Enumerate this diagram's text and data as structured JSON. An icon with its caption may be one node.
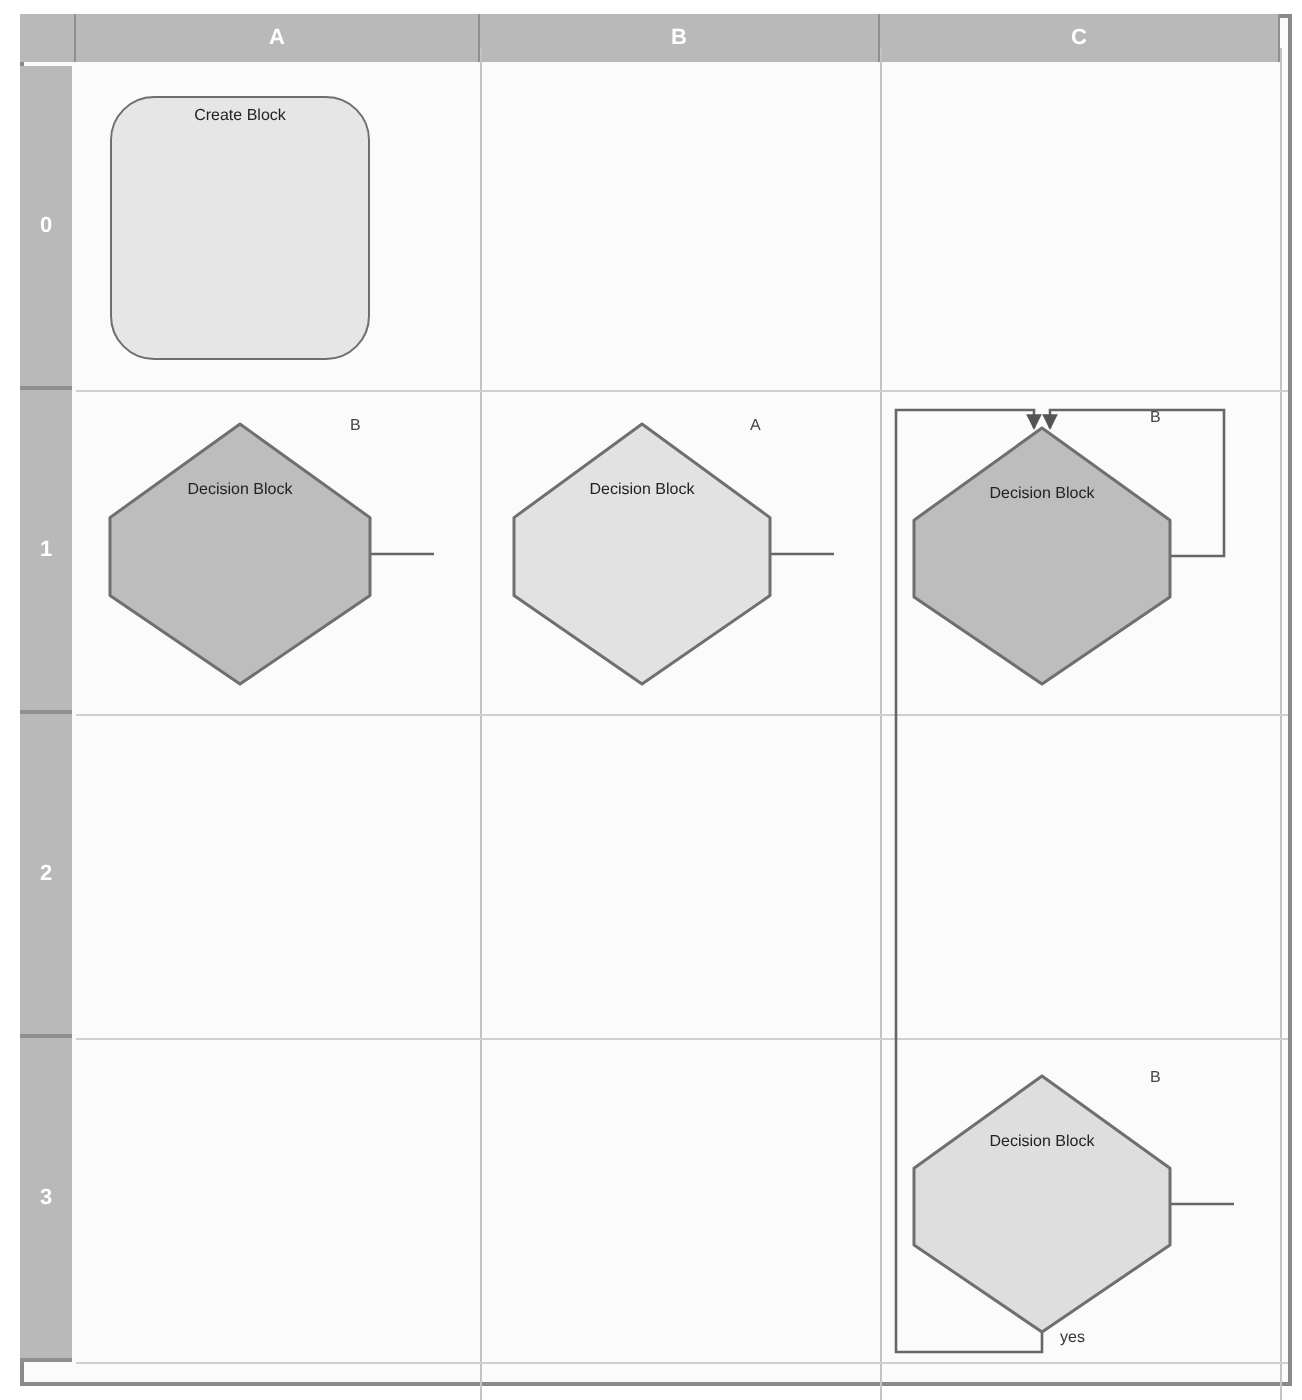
{
  "diagram": {
    "nodes": [
      {
        "text": [
          "Create Block"
        ]
      },
      {
        "text": [
          "Decision Block"
        ],
        "beside": [
          "B"
        ]
      },
      {
        "text": [
          "Decision Block"
        ],
        "beside": [
          "A"
        ]
      },
      {
        "text": [
          "Decision Block"
        ],
        "beside": [
          "B"
        ]
      },
      {
        "text": [
          "Decision Block"
        ],
        "beside": [
          "B"
        ]
      }
    ],
    "edges": [
      {
        "from": 1,
        "to": null,
        "arrow": "none"
      },
      {
        "from": 2,
        "to": null,
        "arrow": "none"
      },
      {
        "from": 3,
        "to": 3,
        "arrow": "to"
      },
      {
        "from": 4,
        "to": 3,
        "arrow": "to",
        "label": "yes"
      },
      {
        "from": 4,
        "to": null,
        "arrow": "none"
      }
    ],
    "labels": [
      "A",
      "B",
      "C",
      "0",
      "1",
      "2",
      "3"
    ]
  }
}
